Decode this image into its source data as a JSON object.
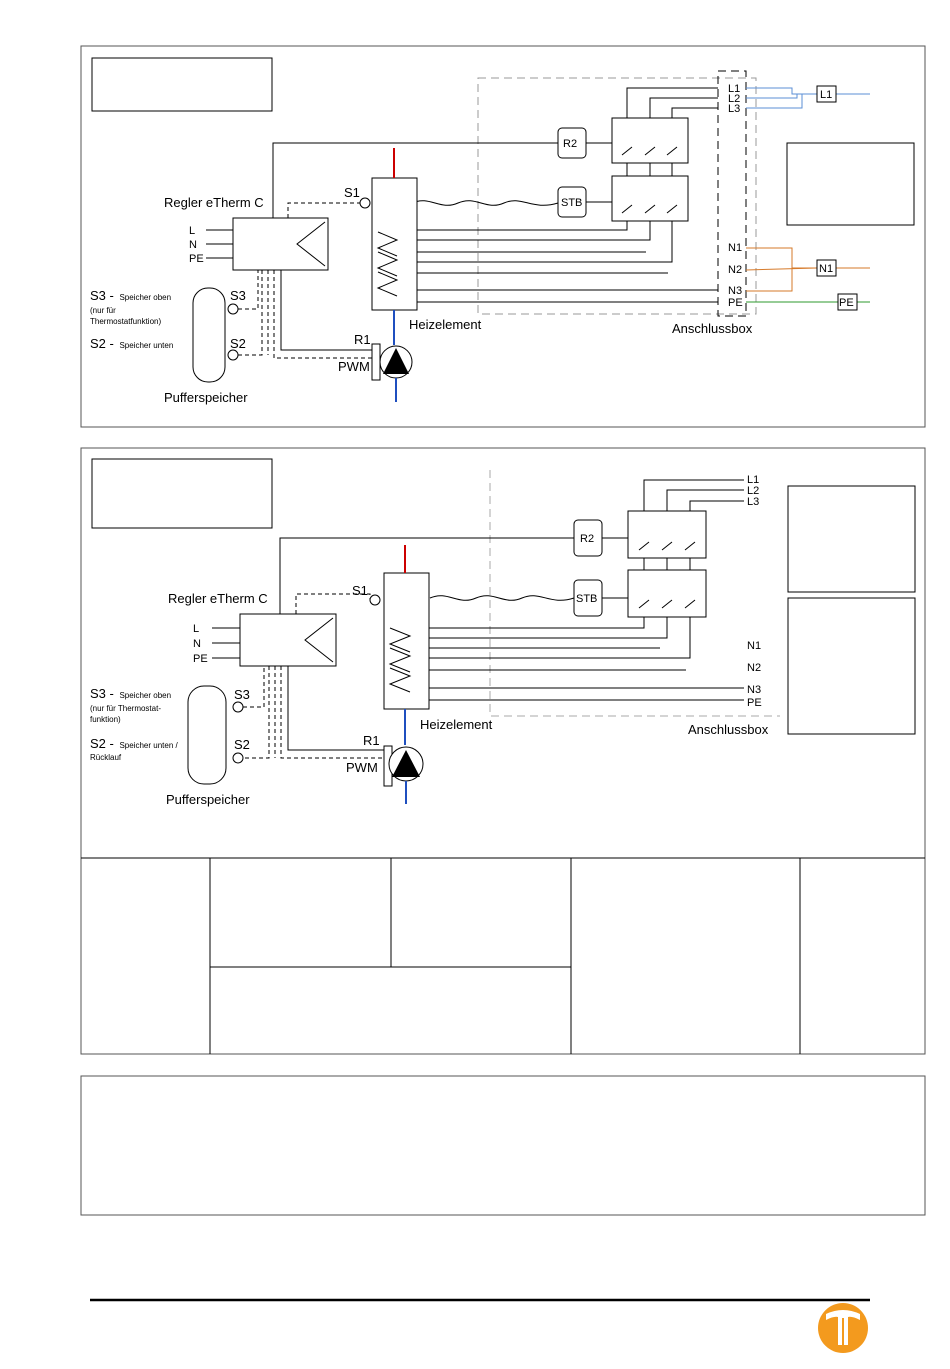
{
  "colors": {
    "line": "#000000",
    "hot": "#cc0000",
    "cold": "#1f4fbf",
    "phase_blue": "#5b8fd6",
    "neutral_orange": "#d67a2a",
    "earth_green": "#2e9a2e",
    "dash_grey": "#999999",
    "logo": "#f39a1e"
  },
  "diagram1": {
    "controller": "Regler eTherm C",
    "mains": [
      "L",
      "N",
      "PE"
    ],
    "sensor_s1": "S1",
    "sensor_s3": "S3",
    "sensor_s2": "S2",
    "s3_desc_main": "S3 - ",
    "s3_desc_small": "Speicher oben",
    "s3_desc_note1": "(nur für",
    "s3_desc_note2": "Thermostatfunktion)",
    "s2_desc_main": "S2 - ",
    "s2_desc_small": "Speicher unten",
    "buffer": "Pufferspeicher",
    "heater": "Heizelement",
    "relay_r1": "R1",
    "pwm": "PWM",
    "relay_r2": "R2",
    "stb": "STB",
    "terminals_top": [
      "L1",
      "L2",
      "L3"
    ],
    "terminals_bottom": [
      "N1",
      "N2",
      "N3",
      "PE"
    ],
    "ext_l1": "L1",
    "ext_n1": "N1",
    "ext_pe": "PE",
    "box": "Anschlussbox"
  },
  "diagram2": {
    "controller": "Regler eTherm C",
    "mains": [
      "L",
      "N",
      "PE"
    ],
    "sensor_s1": "S1",
    "sensor_s3": "S3",
    "sensor_s2": "S2",
    "s3_desc_main": "S3 - ",
    "s3_desc_small": "Speicher oben",
    "s3_desc_note1": "(nur für Thermostat-",
    "s3_desc_note2": "funktion)",
    "s2_desc_main": "S2 - ",
    "s2_desc_small": "Speicher unten /",
    "s2_desc_note1": "Rücklauf",
    "buffer": "Pufferspeicher",
    "heater": "Heizelement",
    "relay_r1": "R1",
    "pwm": "PWM",
    "relay_r2": "R2",
    "stb": "STB",
    "terminals_top": [
      "L1",
      "L2",
      "L3"
    ],
    "terminals_bottom": [
      "N1",
      "N2",
      "N3",
      "PE"
    ],
    "box": "Anschlussbox"
  }
}
